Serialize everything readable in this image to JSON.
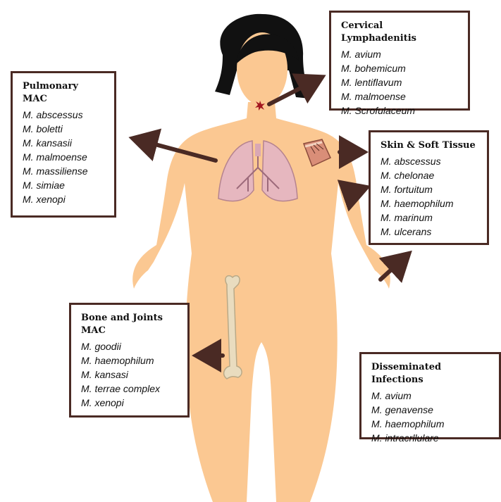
{
  "colors": {
    "skin": "#fbc892",
    "hair": "#111111",
    "arrow": "#4a2a24",
    "border": "#4a2a24",
    "lung": "#e6b7bf"
  },
  "boxes": {
    "pulmonary": {
      "title": "Pulmonary",
      "subtitle": "MAC",
      "items": [
        "M. abscessus",
        "M. boletti",
        "M. kansasii",
        "M. malmoense",
        "M. massiliense",
        "M. simiae",
        "M. xenopi"
      ]
    },
    "cervical": {
      "title": "Cervical Lymphadenitis",
      "items": [
        "M. avium",
        "M. bohemicum",
        "M. lentiflavum",
        "M. malmoense",
        "M. Scrofulaceum"
      ]
    },
    "skin": {
      "title": "Skin & Soft Tissue",
      "items": [
        "M. abscessus",
        "M. chelonae",
        "M. fortuitum",
        "M. haemophilum",
        "M. marinum",
        "M. ulcerans"
      ]
    },
    "bone": {
      "title": "Bone and Joints",
      "subtitle": "MAC",
      "items": [
        "M. goodii",
        "M. haemophilum",
        "M. kansasi",
        "M. terrae complex",
        "M. xenopi"
      ]
    },
    "disseminated": {
      "title": "Disseminated Infections",
      "items": [
        "M. avium",
        "M. genavense",
        "M. haemophilum",
        "M. intracrllulare"
      ]
    }
  },
  "illustrations": {
    "lungs": "lungs-icon",
    "neck_lesion": "lymph-node-lesion-icon",
    "skin_section": "skin-section-icon",
    "femur": "femur-bone-icon"
  }
}
